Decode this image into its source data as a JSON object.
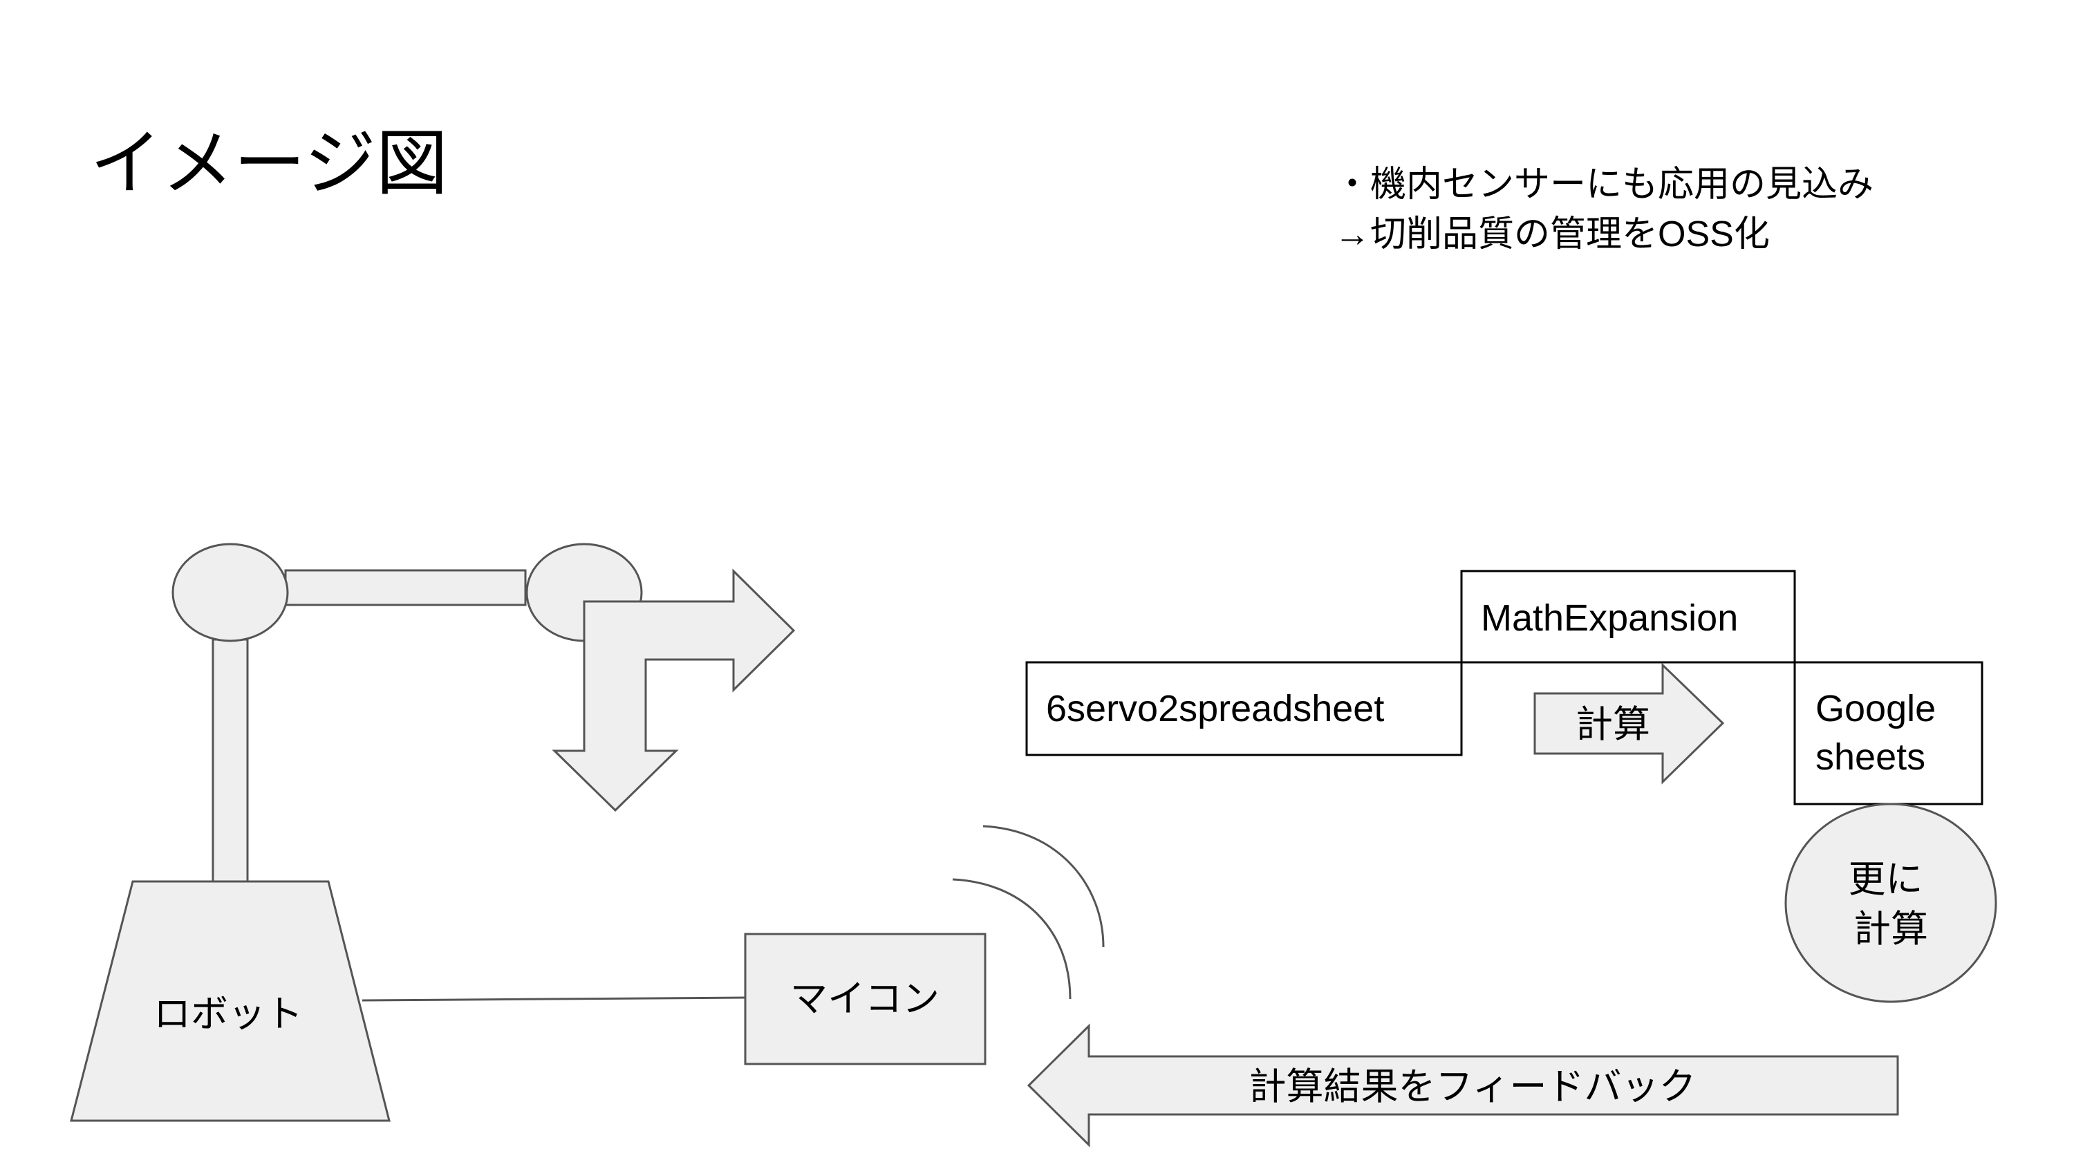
{
  "slide": {
    "title": "イメージ図",
    "notes": [
      "・機内センサーにも応用の見込み",
      "→切削品質の管理をOSS化"
    ]
  },
  "diagram": {
    "robot_label": "ロボット",
    "microcontroller_label": "マイコン",
    "box_6servo": "6servo2spreadsheet",
    "box_math": "MathExpansion",
    "calc_arrow_label": "計算",
    "google_sheets_lines": [
      "Google",
      "sheets"
    ],
    "further_calc_lines": [
      "更に",
      "計算"
    ],
    "feedback_label": "計算結果をフィードバック"
  },
  "colors": {
    "shape_fill": "#efefef",
    "shape_stroke": "#555555",
    "text": "#000000",
    "background": "#ffffff"
  }
}
